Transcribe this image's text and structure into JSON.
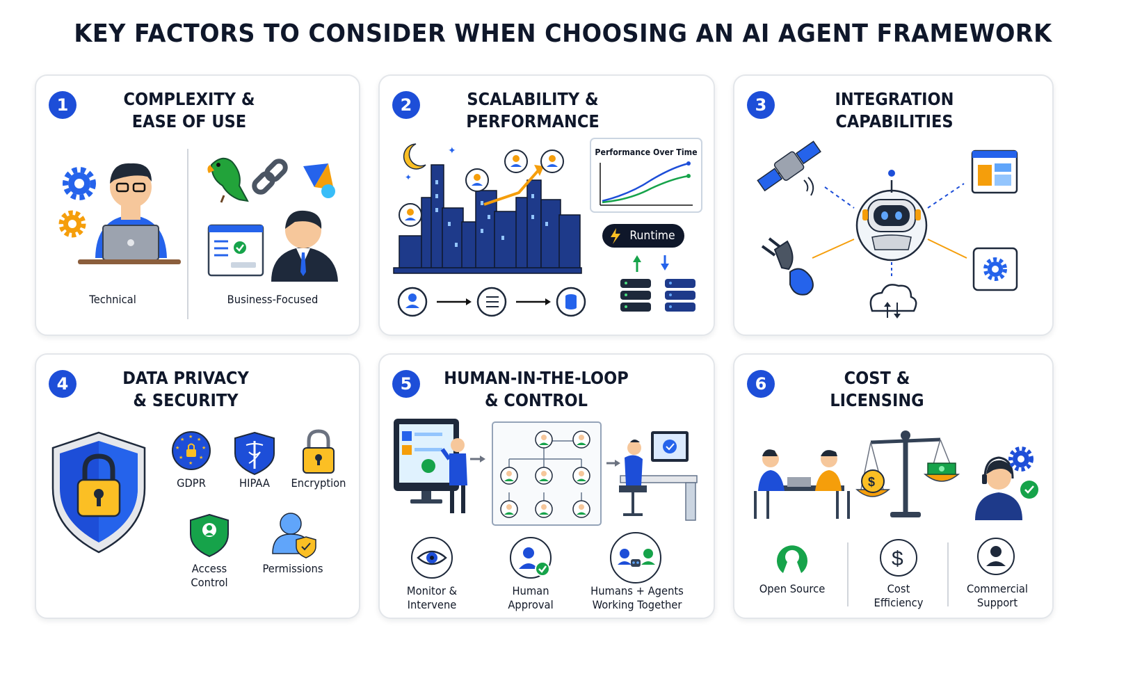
{
  "title": "KEY FACTORS TO CONSIDER WHEN CHOOSING AN AI AGENT FRAMEWORK",
  "colors": {
    "accent": "#1d4ed8",
    "orange": "#f59e0b",
    "green": "#16a34a",
    "navy": "#1e3a8a"
  },
  "cards": [
    {
      "number": "1",
      "title_lines": [
        "COMPLEXITY &",
        "EASE OF USE"
      ],
      "labels": [
        "Technical",
        "Business-Focused"
      ]
    },
    {
      "number": "2",
      "title_lines": [
        "SCALABILITY &",
        "PERFORMANCE"
      ],
      "chart_title": "Performance Over Time",
      "runtime_label": "Runtime"
    },
    {
      "number": "3",
      "title_lines": [
        "INTEGRATION",
        "CAPABILITIES"
      ]
    },
    {
      "number": "4",
      "title_lines": [
        "DATA PRIVACY",
        "& SECURITY"
      ],
      "labels": [
        "GDPR",
        "HIPAA",
        "Encryption",
        "Access Control",
        "Permissions"
      ],
      "label_lines": {
        "access": [
          "Access",
          "Control"
        ]
      }
    },
    {
      "number": "5",
      "title_lines": [
        "HUMAN-IN-THE-LOOP",
        "& CONTROL"
      ],
      "label_lines": {
        "monitor": [
          "Monitor &",
          "Intervene"
        ],
        "approval": [
          "Human",
          "Approval"
        ],
        "together": [
          "Humans + Agents",
          "Working Together"
        ]
      }
    },
    {
      "number": "6",
      "title_lines": [
        "COST &",
        "LICENSING"
      ],
      "label_lines": {
        "open": [
          "Open Source"
        ],
        "cost": [
          "Cost",
          "Efficiency"
        ],
        "support": [
          "Commercial",
          "Support"
        ]
      }
    }
  ],
  "icons": [
    "gear-icon",
    "developer-icon",
    "parrot-icon",
    "chain-link-icon",
    "autogen-icon",
    "dashboard-icon",
    "businessman-icon",
    "moon-icon",
    "city-icon",
    "user-icon",
    "list-icon",
    "database-icon",
    "satellite-icon",
    "robot-icon",
    "plug-icon",
    "cloud-sync-icon",
    "window-icon",
    "shield-lock-icon",
    "eu-badge-icon",
    "medical-shield-icon",
    "padlock-icon",
    "user-shield-icon",
    "eye-icon",
    "approval-icon",
    "team-icon",
    "scale-icon",
    "headset-icon",
    "dollar-icon",
    "open-source-icon"
  ]
}
